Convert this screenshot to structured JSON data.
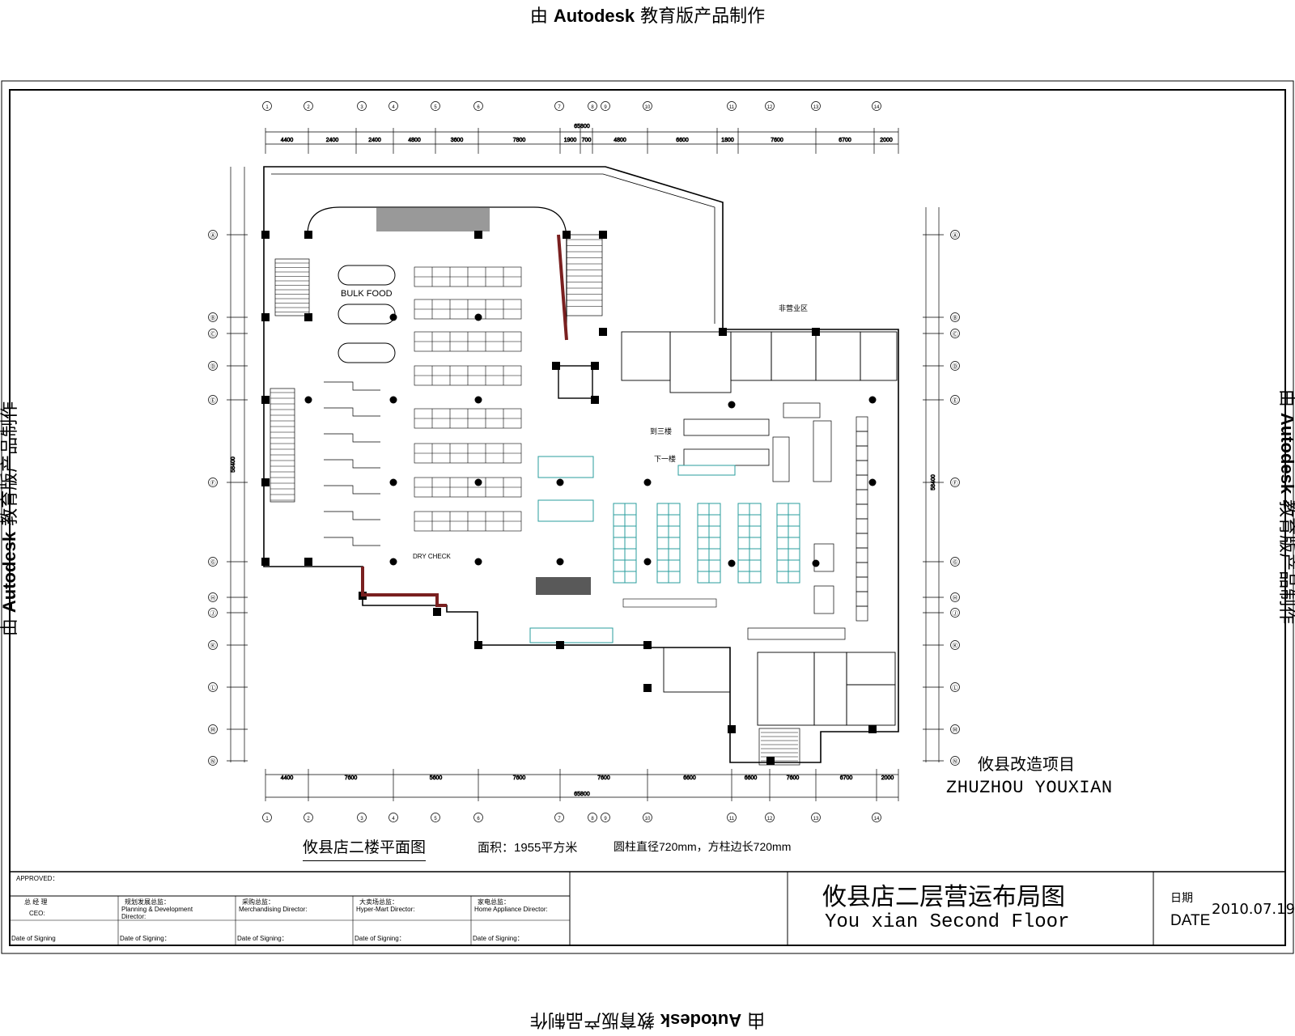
{
  "watermark": {
    "prefix": "由",
    "brand": "Autodesk",
    "suffix": "教育版产品制作"
  },
  "plan": {
    "project_name": "攸县改造项目",
    "project_name_en": "ZHUZHOU  YOUXIAN",
    "title": "攸县店二楼平面图",
    "area": "面积：1955平方米",
    "column_note": "圆柱直径720mm，方柱边长720mm",
    "bulk_label": "BULK FOOD",
    "labels": {
      "stair_up": "到三楼",
      "stair_down": "下一楼",
      "nonbusiness": "非营业区",
      "check": "DRY CHECK"
    }
  },
  "title_block": {
    "approved": "APPROVED：",
    "signers": [
      {
        "role_cn": "总 经 理",
        "role_en": "CEO:",
        "date": "Date of Signing"
      },
      {
        "role_cn": "规划发展总监：",
        "role_en": "Planning & Development Director:",
        "date": "Date of Signing："
      },
      {
        "role_cn": "采购总监：",
        "role_en": "Merchandising Director:",
        "date": "Date of Signing："
      },
      {
        "role_cn": "大卖场总监：",
        "role_en": "Hyper-Mart Director:",
        "date": "Date of Signing："
      },
      {
        "role_cn": "家电总监：",
        "role_en": "Home Appliance Director:",
        "date": "Date of Signing："
      }
    ],
    "drawing_title": "攸县店二层营运布局图",
    "drawing_title_en": "You xian Second  Floor",
    "date_label_cn": "日期",
    "date_label_en": "DATE",
    "date_value": "2010.07.19"
  },
  "dimensions": {
    "top_total": "65800",
    "bottom_total": "65800",
    "left_total": "58400",
    "right_total": "58400",
    "top_segments": [
      "4400",
      "2400",
      "2400",
      "4800",
      "3600",
      "7800",
      "1900",
      "700",
      "4800",
      "6600",
      "1800",
      "7600",
      "6700",
      "2000"
    ],
    "bottom_segments": [
      "4400",
      "7600",
      "5600",
      "7600",
      "7600",
      "6600",
      "6600",
      "7600",
      "6700",
      "2000"
    ]
  },
  "axes": {
    "top": [
      "①",
      "②",
      "③",
      "④",
      "⑤",
      "⑥",
      "⑦",
      "⑧",
      "⑨",
      "⑩",
      "⑪",
      "⑫",
      "⑬",
      "⑭"
    ],
    "left": [
      "Ⓐ",
      "Ⓑ",
      "Ⓒ",
      "Ⓓ",
      "Ⓔ",
      "Ⓕ",
      "Ⓖ",
      "Ⓗ",
      "Ⓙ",
      "Ⓚ",
      "Ⓛ",
      "Ⓜ",
      "Ⓝ",
      "Ⓟ"
    ]
  }
}
